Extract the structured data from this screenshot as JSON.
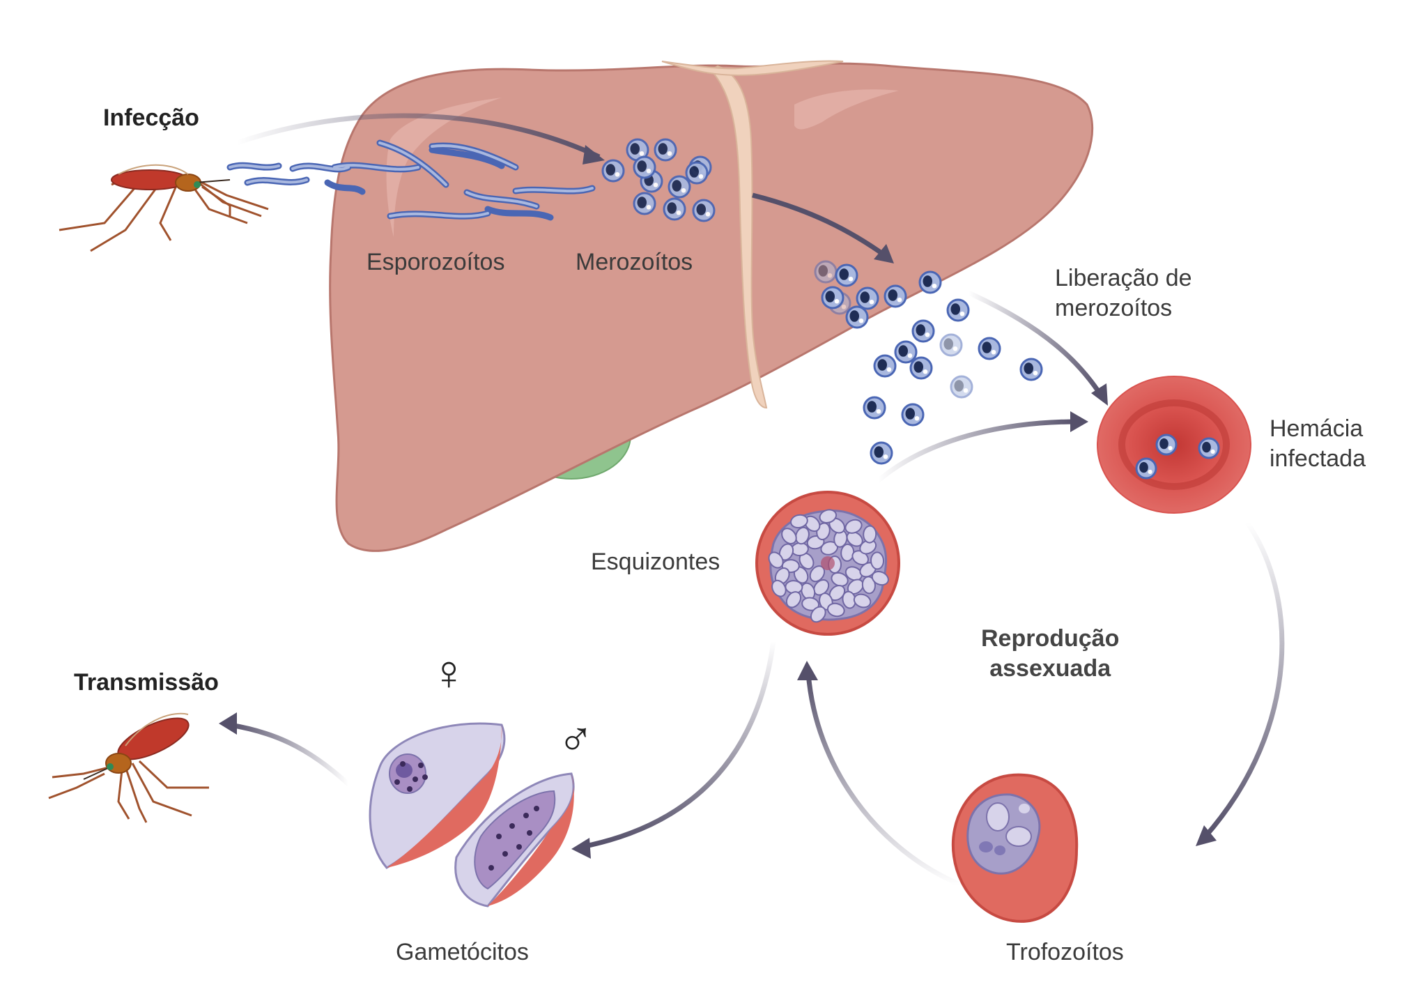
{
  "labels": {
    "infection": "Infecção",
    "transmission": "Transmissão",
    "sporozoites": "Esporozoítos",
    "merozoites": "Merozoítos",
    "merozoite_release": [
      "Liberação de",
      "merozoítos"
    ],
    "infected_rbc": [
      "Hemácia",
      "infectada"
    ],
    "schizonts": "Esquizontes",
    "asexual_reproduction": [
      "Reprodução",
      "assexuada"
    ],
    "trophozoites": "Trofozoítos",
    "gametocytes": "Gametócitos",
    "female_symbol": "♀",
    "male_symbol": "♂"
  },
  "colors": {
    "liver": "#d59a90",
    "liver_outline": "#b8766d",
    "gallbladder": "#8fc48e",
    "ligament": "#f0d2bd",
    "rbc": "#d9534f",
    "rbc_inner": "#c43d3a",
    "parasite": "#a9b8df",
    "parasite_nucleus": "#1f2d55",
    "arrow": "#55506a",
    "schizont_cytoplasm": "#a79fc9",
    "gametocyte": "#d7d3ea",
    "mosquito_body": "#c0392b"
  }
}
